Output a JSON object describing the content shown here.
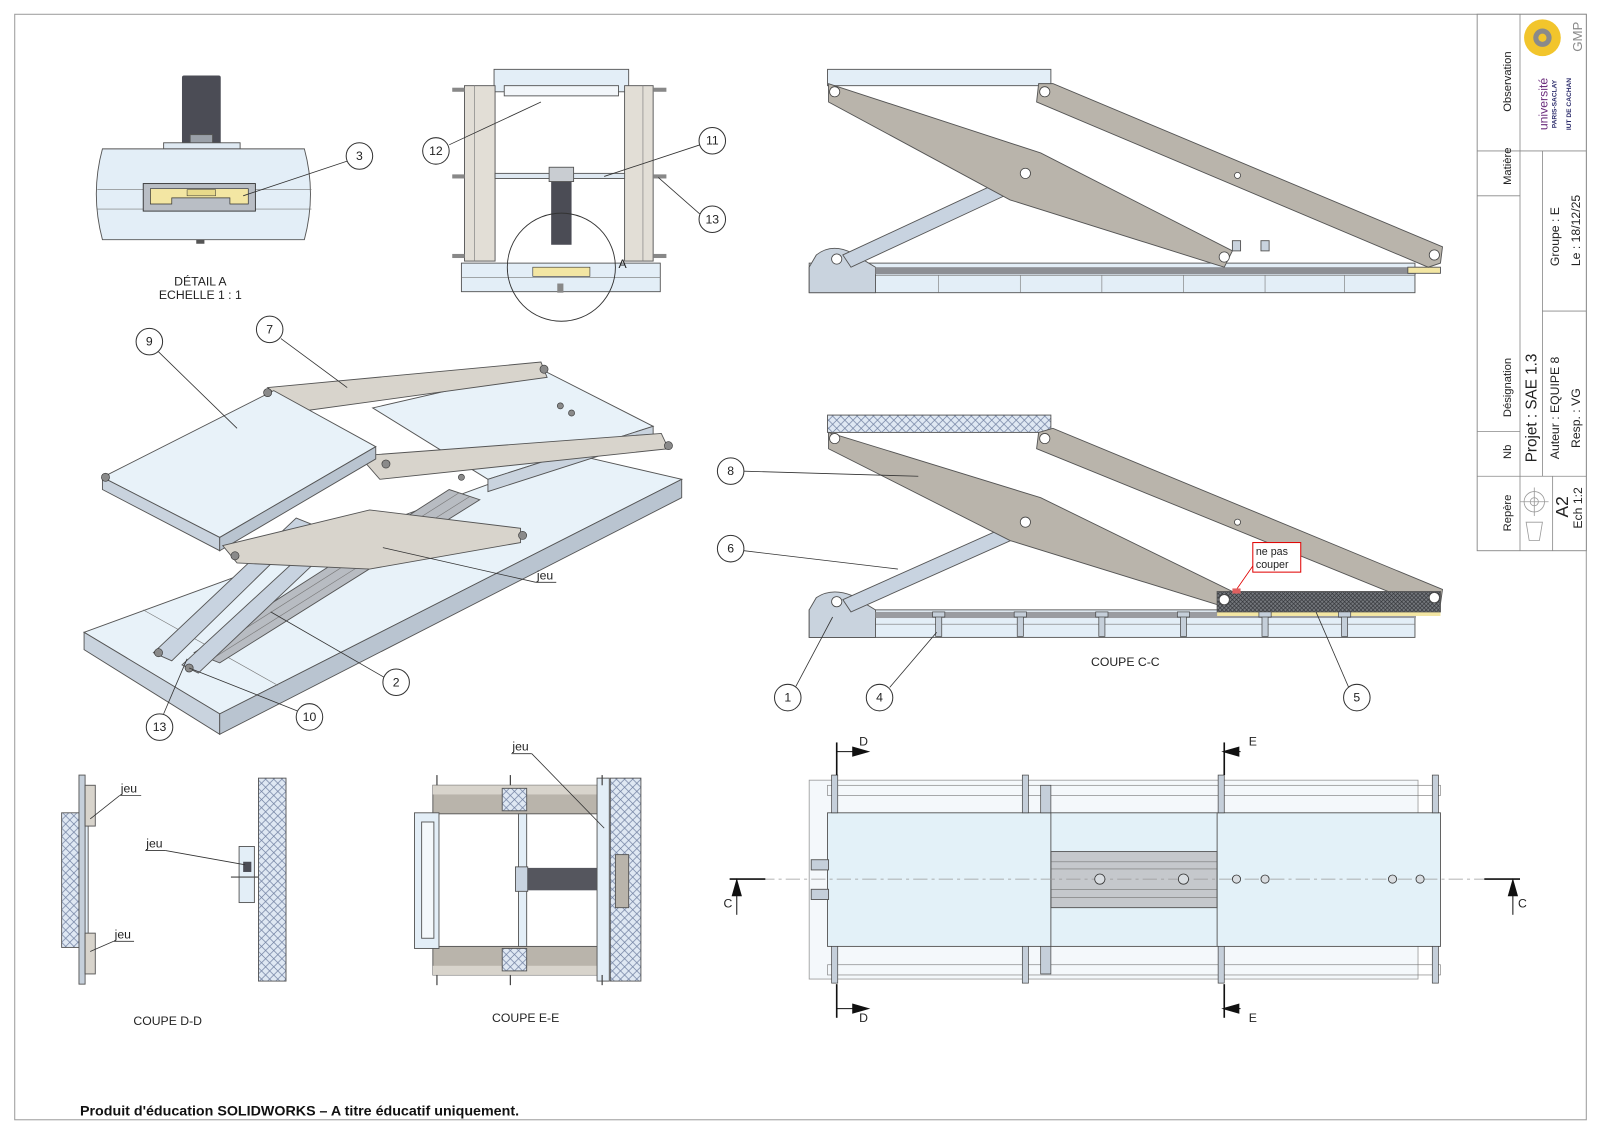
{
  "detail_a": {
    "title": "DÉTAIL A",
    "scale": "ECHELLE 1 : 1",
    "marker": "A"
  },
  "balloons": [
    "3",
    "12",
    "11",
    "13",
    "9",
    "7",
    "2",
    "10",
    "13",
    "8",
    "6",
    "1",
    "4",
    "5"
  ],
  "annotations": {
    "jeu": "jeu",
    "ne_pas_couper": [
      "ne pas",
      "couper"
    ]
  },
  "sections": {
    "cc": "COUPE C-C",
    "dd": "COUPE D-D",
    "ee": "COUPE E-E"
  },
  "section_markers": {
    "d": "D",
    "e": "E",
    "c": "C"
  },
  "title_block": {
    "headers": {
      "repere": "Repère",
      "nb": "Nb",
      "designation": "Désignation",
      "matiere": "Matière",
      "observation": "Observation"
    },
    "projet": "Projet : SAE 1.3",
    "auteur": "Auteur : EQUIPE 8",
    "resp": "Resp. : VG",
    "groupe": "Groupe : E",
    "date": "Le : 18/12/25",
    "format": "A2",
    "echelle": "Ech 1:2",
    "logo": {
      "university": "université",
      "sub": "PARIS-SACLAY",
      "school": "IUT DE CACHAN",
      "dept": "GMP"
    }
  },
  "footer": "Produit d'éducation SOLIDWORKS – A titre éducatif uniquement.",
  "colors": {
    "part_blue": "#e3eef7",
    "arm_beige": "#d8d4cc",
    "arm_gray": "#b9b4ab",
    "dark": "#4b4c55",
    "yellow": "#f3e6a3",
    "note_red": "#e00000"
  }
}
